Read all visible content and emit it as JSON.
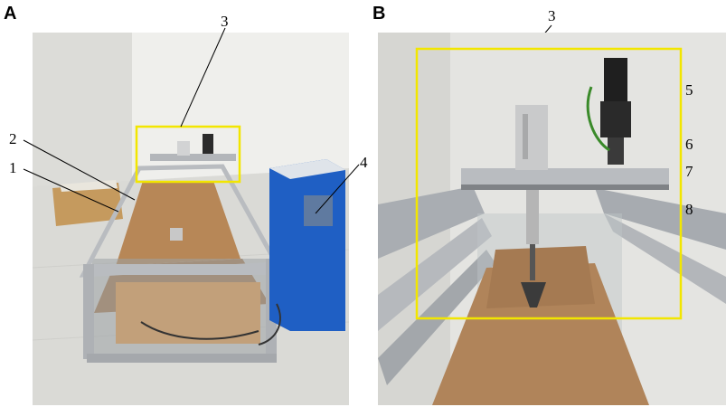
{
  "panels": [
    {
      "letter": "A",
      "callouts": [
        "1",
        "2",
        "3",
        "4"
      ]
    },
    {
      "letter": "B",
      "callouts": [
        "3",
        "5",
        "6",
        "7",
        "8"
      ]
    }
  ],
  "colors": {
    "highlight_box": "#f2e600",
    "cabinet_blue": "#1f5fc4",
    "soil": "#b88a5c",
    "aluminum_frame": "#b9bcc0",
    "wall": "#e6e6e3",
    "floor": "#d9d9d6"
  }
}
